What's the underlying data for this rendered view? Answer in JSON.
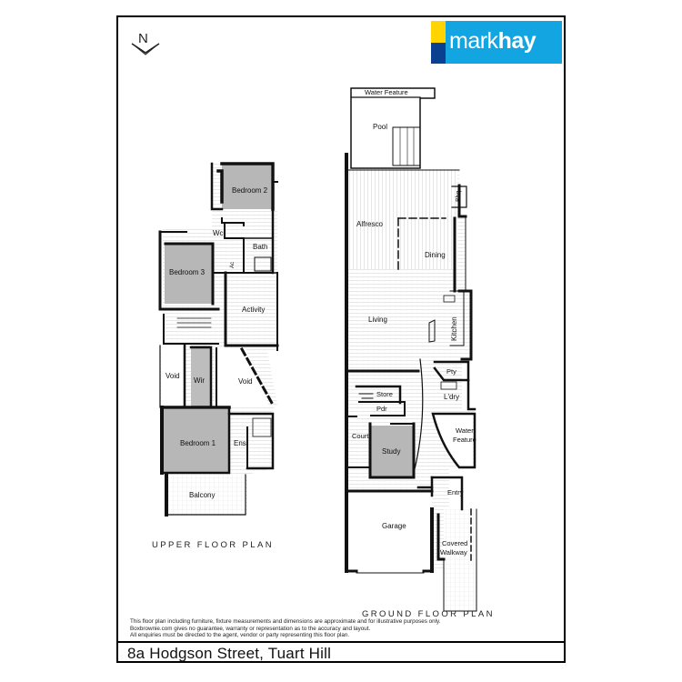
{
  "brand": {
    "logo_text_light": "mark",
    "logo_text_bold": "hay",
    "colors": {
      "blue": "#12a5e2",
      "yellow": "#ffd400",
      "navy": "#0b3f8f"
    }
  },
  "compass": {
    "label": "N",
    "icon": "north-arrow-icon"
  },
  "upper_floor": {
    "title": "UPPER FLOOR PLAN",
    "rooms": {
      "bedroom2": "Bedroom 2",
      "wc": "Wc",
      "bath": "Bath",
      "bedroom3": "Bedroom 3",
      "ac": "Ac",
      "activity": "Activity",
      "void_left": "Void",
      "wir": "Wir",
      "void_right": "Void",
      "bedroom1": "Bedroom 1",
      "ens": "Ens",
      "balcony": "Balcony"
    }
  },
  "ground_floor": {
    "title": "GROUND FLOOR PLAN",
    "rooms": {
      "water_feature_top": "Water Feature",
      "pool": "Pool",
      "bbq": "Bbq",
      "alfresco": "Alfresco",
      "dining": "Dining",
      "living": "Living",
      "kitchen": "Kitchen",
      "pty": "Pty",
      "store": "Store",
      "ldry": "L'dry",
      "pdr": "Pdr",
      "water_feature_1": "Water",
      "water_feature_2": "Feature",
      "court": "Court",
      "study": "Study",
      "entry": "Entry",
      "garage": "Garage",
      "covered_walkway_1": "Covered",
      "covered_walkway_2": "Walkway"
    }
  },
  "disclaimer": [
    "This floor plan including furniture, fixture measurements and dimensions are approximate and for illustrative purposes only.",
    "Boxbrownie.com gives no guarantee, warranty or representation as to the accuracy and layout.",
    "All enquiries must be directed to the agent, vendor or party representing this floor plan."
  ],
  "address": "8a Hodgson Street, Tuart Hill"
}
